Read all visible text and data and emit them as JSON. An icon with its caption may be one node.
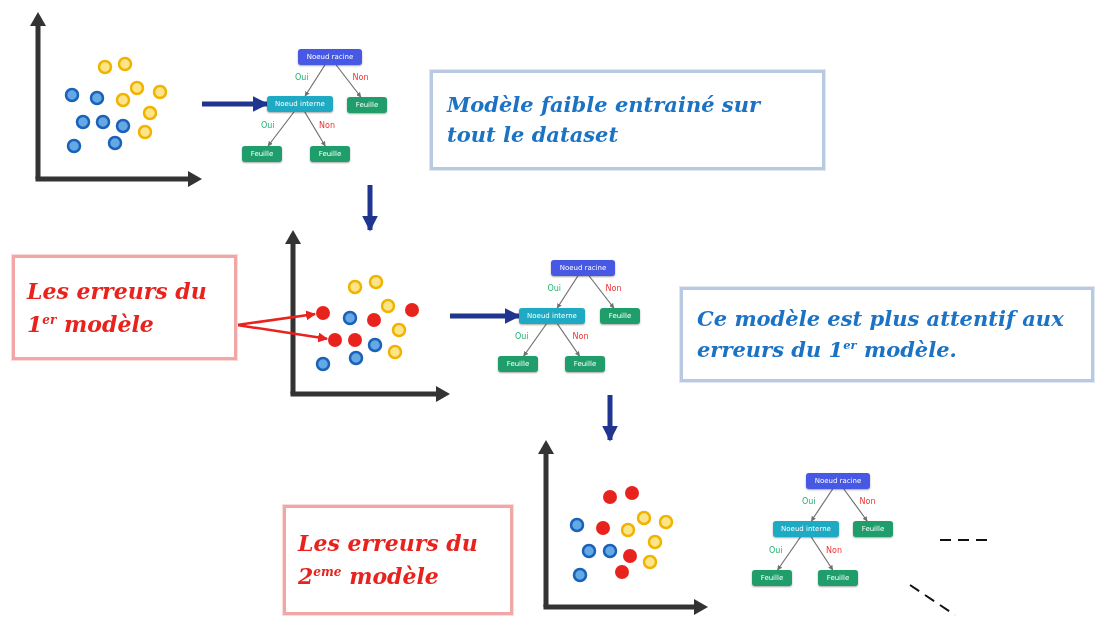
{
  "diagram": {
    "nodes": [
      {
        "text": [],
        "shape": "picture"
      },
      {
        "text": [
          "Noeud racine"
        ]
      },
      {
        "text": [
          "Noeud interne"
        ]
      },
      {
        "text": [
          "Feuille"
        ]
      },
      {
        "text": [
          "Feuille"
        ]
      },
      {
        "text": [
          "Feuille"
        ]
      },
      {
        "text": [
          "Modèle **faible** entrainé sur **tout** le dataset"
        ]
      },
      {
        "text": [
          "Les erreurs du 1$^{er}$ modèle"
        ]
      },
      {
        "text": [],
        "shape": "picture"
      },
      {
        "text": [],
        "shape": "circle",
        "in": 8
      },
      {
        "text": [],
        "shape": "circle",
        "in": 8
      },
      {
        "text": [
          "Noeud racine"
        ]
      },
      {
        "text": [
          "Noeud interne"
        ]
      },
      {
        "text": [
          "Feuille"
        ]
      },
      {
        "text": [
          "Feuille"
        ]
      },
      {
        "text": [
          "Feuille"
        ]
      },
      {
        "text": [
          "Ce modèle est **plus attentif** *aux erreurs* du 1$^{er}$ modèle."
        ]
      },
      {
        "text": [
          "Les erreurs du 2$^{eme}$ modèle"
        ]
      },
      {
        "text": [],
        "shape": "picture"
      },
      {
        "text": [
          "Noeud racine"
        ]
      },
      {
        "text": [
          "Noeud interne"
        ]
      },
      {
        "text": [
          "Feuille"
        ]
      },
      {
        "text": [
          "Feuille"
        ]
      },
      {
        "text": [
          "Feuille"
        ]
      }
    ],
    "edges": [
      {
        "from": 0,
        "to": 2,
        "arrow": "to",
        "style": "thick",
        "color": "#1f3590"
      },
      {
        "from": 1,
        "to": 2,
        "arrow": "to",
        "label": "Oui"
      },
      {
        "from": 1,
        "to": 3,
        "arrow": "to",
        "label": "Non"
      },
      {
        "from": 2,
        "to": 4,
        "arrow": "to",
        "label": "Oui"
      },
      {
        "from": 2,
        "to": 5,
        "arrow": "to",
        "label": "Non"
      },
      {
        "from": null,
        "to": 8,
        "arrow": "to",
        "style": "thick",
        "color": "#1f3590"
      },
      {
        "from": 7,
        "to": 9,
        "arrow": "to",
        "color": "#e8231e"
      },
      {
        "from": 7,
        "to": 10,
        "arrow": "to",
        "color": "#e8231e"
      },
      {
        "from": 8,
        "to": 12,
        "arrow": "to",
        "style": "thick",
        "color": "#1f3590"
      },
      {
        "from": 11,
        "to": 12,
        "arrow": "to",
        "label": "Oui"
      },
      {
        "from": 11,
        "to": 13,
        "arrow": "to",
        "label": "Non"
      },
      {
        "from": 12,
        "to": 14,
        "arrow": "to",
        "label": "Oui"
      },
      {
        "from": 12,
        "to": 15,
        "arrow": "to",
        "label": "Non"
      },
      {
        "from": null,
        "to": 18,
        "arrow": "to",
        "style": "thick",
        "color": "#1f3590"
      },
      {
        "from": 19,
        "to": 20,
        "arrow": "to",
        "label": "Oui"
      },
      {
        "from": 19,
        "to": 21,
        "arrow": "to",
        "label": "Non"
      },
      {
        "from": 20,
        "to": 22,
        "arrow": "to",
        "label": "Oui"
      },
      {
        "from": 20,
        "to": 23,
        "arrow": "to",
        "label": "Non"
      }
    ]
  }
}
